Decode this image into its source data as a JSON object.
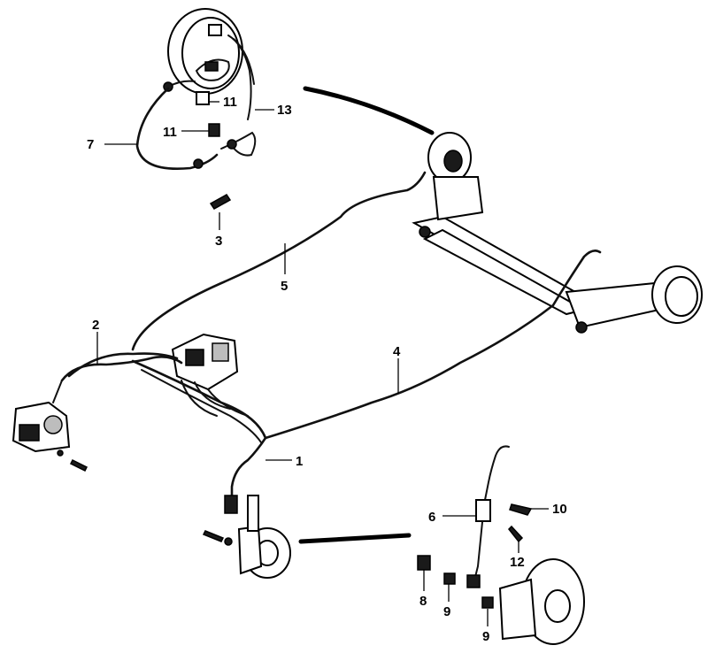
{
  "callouts": {
    "c1": "1",
    "c2": "2",
    "c3": "3",
    "c4": "4",
    "c5": "5",
    "c6": "6",
    "c7": "7",
    "c8": "8",
    "c9a": "9",
    "c9b": "9",
    "c10": "10",
    "c11a": "11",
    "c11b": "11",
    "c12": "12",
    "c13": "13"
  }
}
